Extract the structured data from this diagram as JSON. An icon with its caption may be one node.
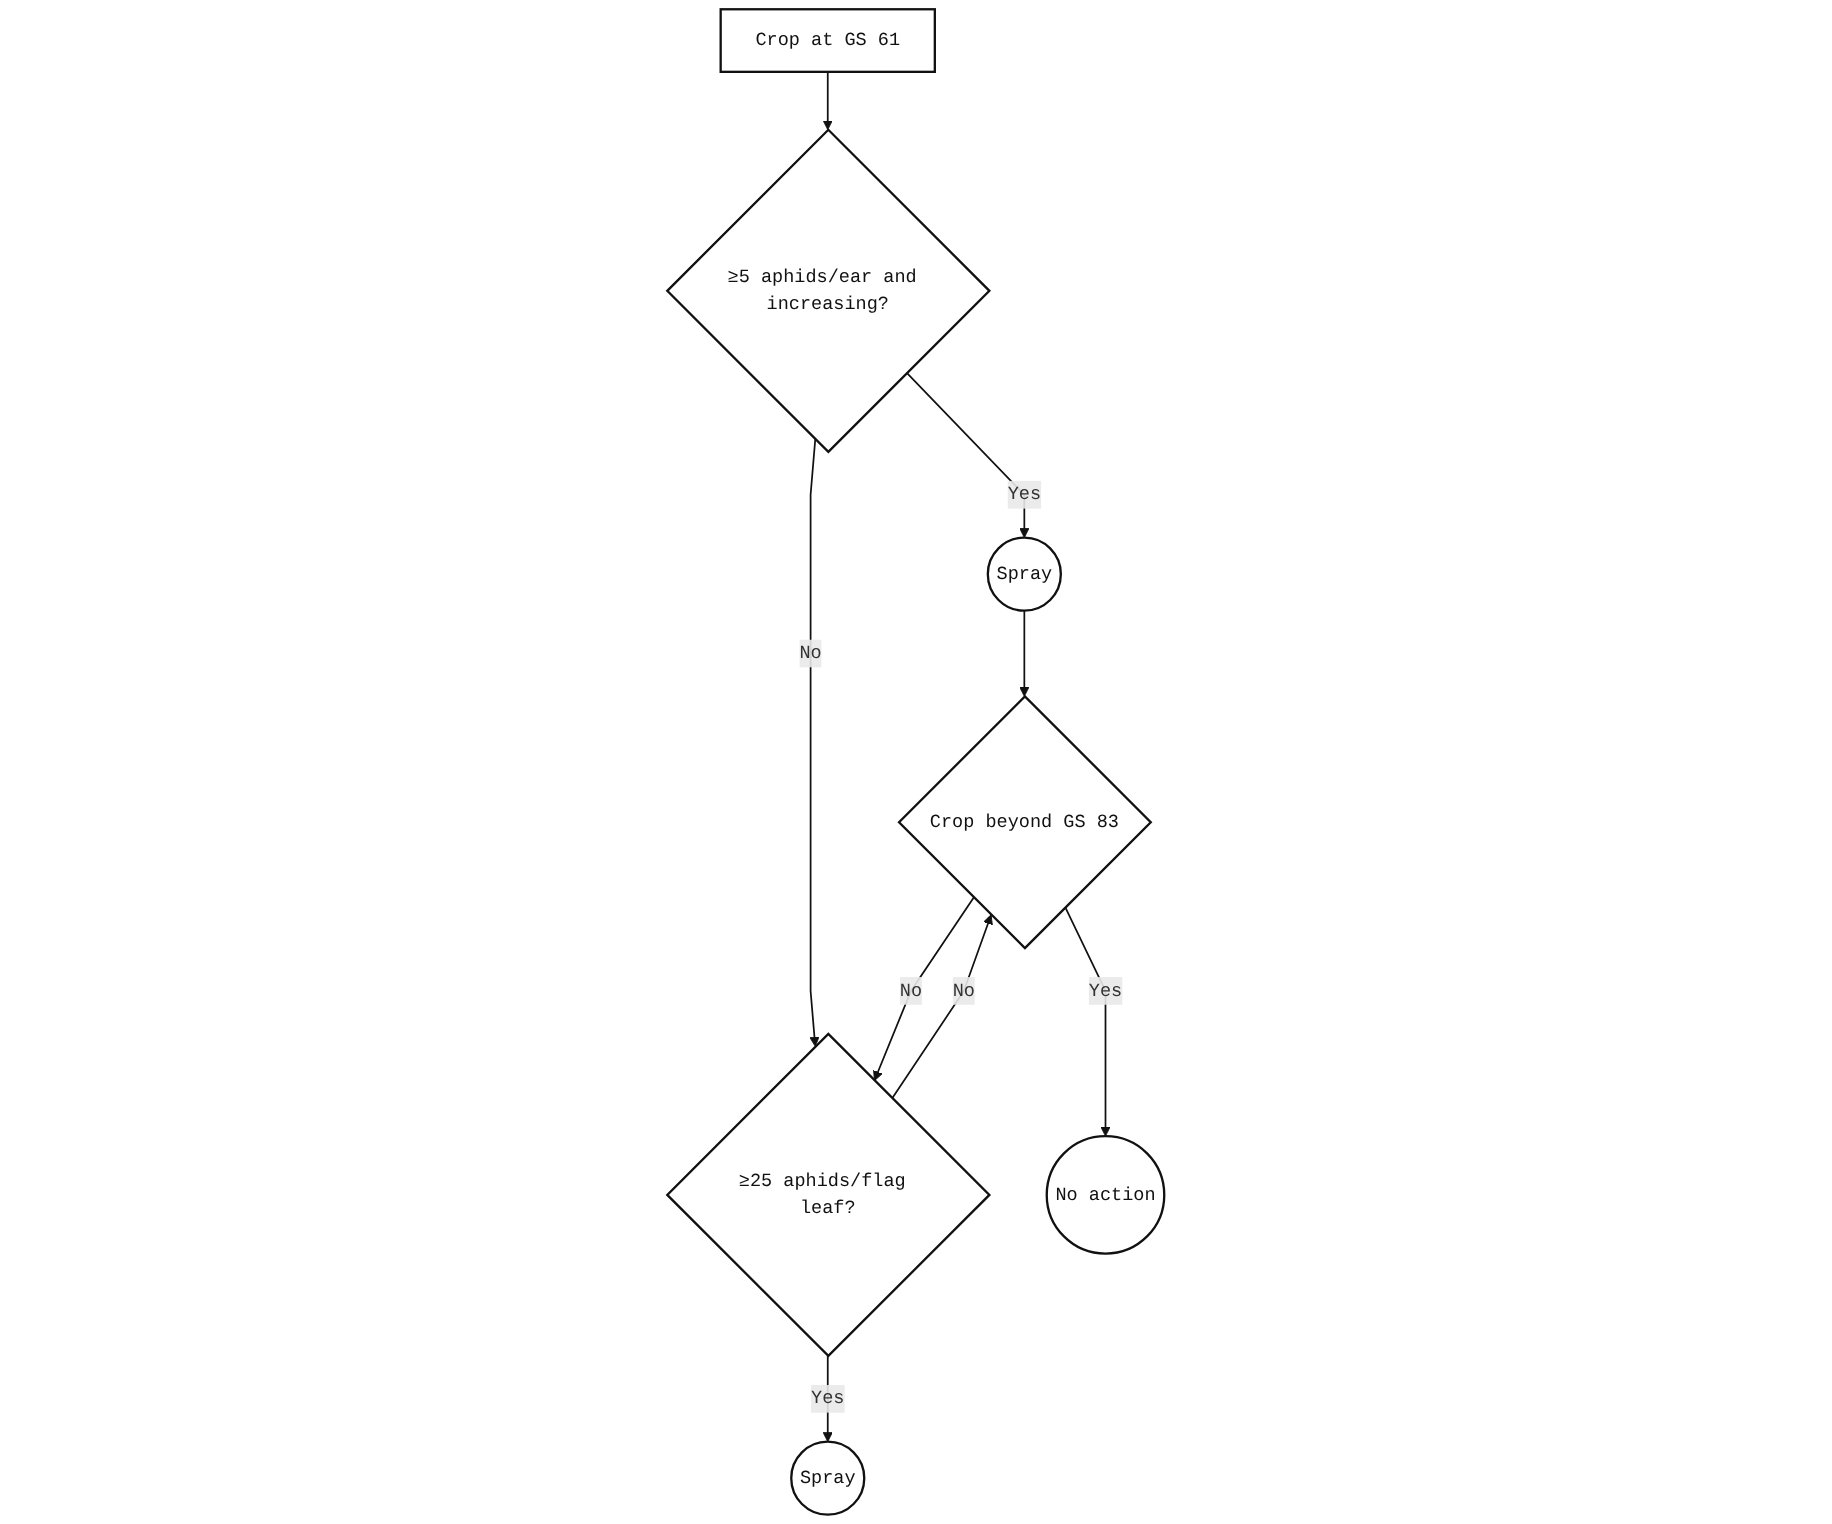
{
  "diagram": {
    "nodes": [
      {
        "text": [
          "Crop at GS 61"
        ]
      },
      {
        "text": [
          "≥5 aphids/ear and increasing?"
        ]
      },
      {
        "text": [
          "Spray"
        ]
      },
      {
        "text": [
          "≥25 aphids/flag leaf?"
        ]
      },
      {
        "text": [
          "Spray"
        ]
      },
      {
        "text": [
          "Crop beyond GS 83"
        ]
      },
      {
        "text": [
          "No action"
        ]
      }
    ],
    "edges": [
      {
        "from": 0,
        "to": 1,
        "arrow": "to"
      },
      {
        "from": 1,
        "to": 2,
        "arrow": "to",
        "label": "Yes"
      },
      {
        "from": 1,
        "to": 3,
        "arrow": "to",
        "label": "No"
      },
      {
        "from": 3,
        "to": 4,
        "arrow": "to",
        "label": "Yes"
      },
      {
        "from": 3,
        "to": 5,
        "arrow": "to",
        "label": "No"
      },
      {
        "from": 5,
        "to": 3,
        "arrow": "to",
        "label": "No"
      },
      {
        "from": 5,
        "to": 6,
        "arrow": "to",
        "label": "Yes"
      },
      {
        "from": 2,
        "to": 5,
        "arrow": "to"
      }
    ]
  }
}
